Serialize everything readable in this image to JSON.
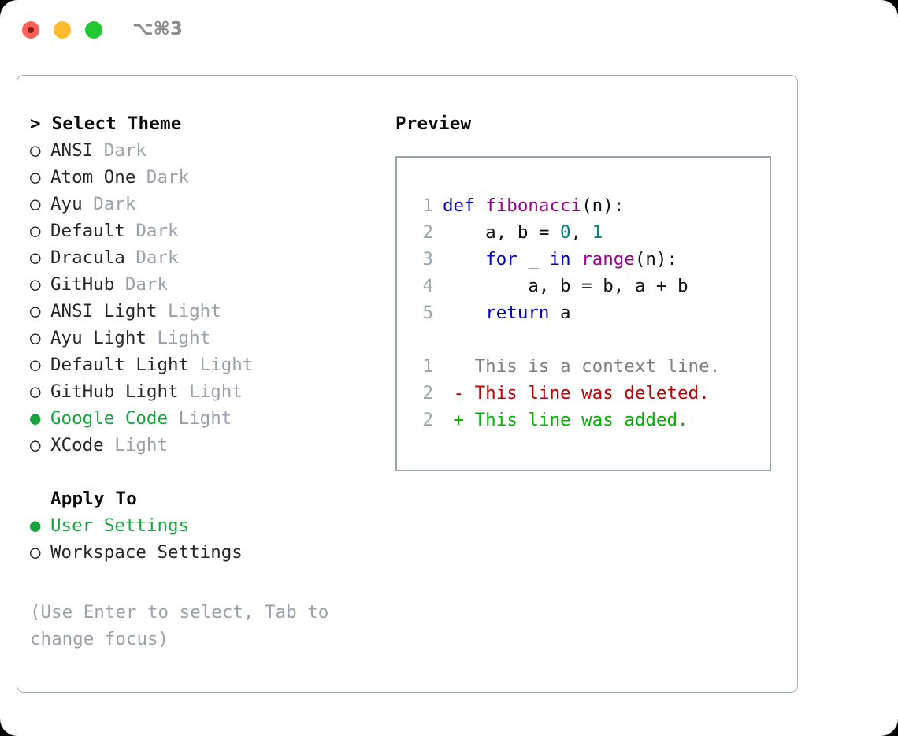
{
  "titlebar": {
    "traffic_lights": [
      "close-red",
      "minimize-yellow",
      "maximize-green"
    ],
    "shortcut": "⌥⌘3"
  },
  "theme_picker": {
    "header": "> Select Theme",
    "items": [
      {
        "marker": "○",
        "name": "ANSI",
        "suffix": "Dark",
        "selected": false
      },
      {
        "marker": "○",
        "name": "Atom One",
        "suffix": "Dark",
        "selected": false
      },
      {
        "marker": "○",
        "name": "Ayu",
        "suffix": "Dark",
        "selected": false
      },
      {
        "marker": "○",
        "name": "Default",
        "suffix": "Dark",
        "selected": false
      },
      {
        "marker": "○",
        "name": "Dracula",
        "suffix": "Dark",
        "selected": false
      },
      {
        "marker": "○",
        "name": "GitHub",
        "suffix": "Dark",
        "selected": false
      },
      {
        "marker": "○",
        "name": "ANSI Light",
        "suffix": "Light",
        "selected": false
      },
      {
        "marker": "○",
        "name": "Ayu Light",
        "suffix": "Light",
        "selected": false
      },
      {
        "marker": "○",
        "name": "Default Light",
        "suffix": "Light",
        "selected": false
      },
      {
        "marker": "○",
        "name": "GitHub Light",
        "suffix": "Light",
        "selected": false
      },
      {
        "marker": "●",
        "name": "Google Code",
        "suffix": "Light",
        "selected": true
      },
      {
        "marker": "○",
        "name": "XCode",
        "suffix": "Light",
        "selected": false
      }
    ]
  },
  "apply_to": {
    "header": "Apply To",
    "items": [
      {
        "marker": "●",
        "name": "User Settings",
        "selected": true
      },
      {
        "marker": "○",
        "name": "Workspace Settings",
        "selected": false
      }
    ]
  },
  "hint": "(Use Enter to select, Tab to change focus)",
  "preview": {
    "title": "Preview",
    "code_lines": [
      {
        "no": "1",
        "tokens": [
          {
            "t": "def",
            "c": "kw"
          },
          {
            "t": " ",
            "c": "plain"
          },
          {
            "t": "fibonacci",
            "c": "fn"
          },
          {
            "t": "(n):",
            "c": "plain"
          }
        ]
      },
      {
        "no": "2",
        "tokens": [
          {
            "t": "    a, b = ",
            "c": "plain"
          },
          {
            "t": "0",
            "c": "num"
          },
          {
            "t": ", ",
            "c": "plain"
          },
          {
            "t": "1",
            "c": "num"
          }
        ]
      },
      {
        "no": "3",
        "tokens": [
          {
            "t": "    ",
            "c": "plain"
          },
          {
            "t": "for",
            "c": "kw"
          },
          {
            "t": " _ ",
            "c": "plain"
          },
          {
            "t": "in",
            "c": "kw"
          },
          {
            "t": " ",
            "c": "plain"
          },
          {
            "t": "range",
            "c": "fn"
          },
          {
            "t": "(n):",
            "c": "plain"
          }
        ]
      },
      {
        "no": "4",
        "tokens": [
          {
            "t": "        a, b = b, a + b",
            "c": "plain"
          }
        ]
      },
      {
        "no": "5",
        "tokens": [
          {
            "t": "    ",
            "c": "plain"
          },
          {
            "t": "return",
            "c": "kw"
          },
          {
            "t": " a",
            "c": "plain"
          }
        ]
      }
    ],
    "diff_lines": [
      {
        "no": "1",
        "sign": " ",
        "text": " This is a context line.",
        "kind": "diff-ctx"
      },
      {
        "no": "2",
        "sign": "-",
        "text": " This line was deleted.",
        "kind": "diff-del"
      },
      {
        "no": "2",
        "sign": "+",
        "text": " This line was added.",
        "kind": "diff-add"
      }
    ]
  },
  "colors": {
    "selected_green": "#18a33f",
    "muted_gray": "#9aa0ad",
    "keyword_blue": "#0000c4",
    "function_purple": "#9c008f",
    "number_teal": "#008184",
    "diff_deleted_red": "#c00000",
    "diff_added_green": "#00b200",
    "frame_border": "#a9aeb6",
    "preview_border": "#9aa5b1"
  }
}
